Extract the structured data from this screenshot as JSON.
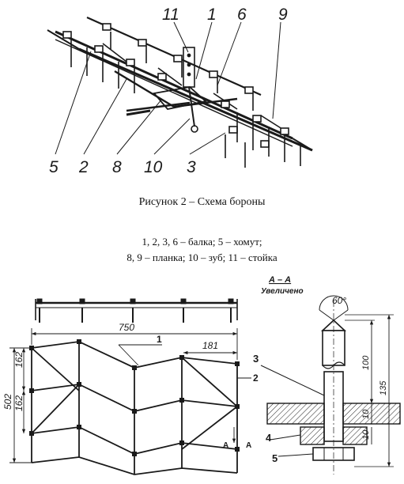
{
  "figure": {
    "title": "Рисунок 2 – Схема бороны",
    "legend_line1": "1, 2, 3, 6 – балка; 5 – хомут;",
    "legend_line2": "8, 9 – планка; 10 – зуб; 11 – стойка"
  },
  "top_drawing": {
    "callouts": [
      "11",
      "1",
      "6",
      "9",
      "5",
      "2",
      "8",
      "10",
      "3"
    ]
  },
  "plan_view": {
    "dimensions": {
      "width": "750",
      "offset": "181",
      "height": "502",
      "cell_top": "162",
      "cell_mid": "162"
    },
    "part_labels": [
      "1",
      "2"
    ],
    "section_mark": "A"
  },
  "section_view": {
    "title": "А – А",
    "subtitle": "Увеличено",
    "angle": "60°",
    "dimensions": [
      "100",
      "10",
      "10",
      "135"
    ],
    "part_labels": [
      "3",
      "4",
      "5"
    ]
  },
  "colors": {
    "ink": "#1a1a1a",
    "paper": "#ffffff"
  }
}
